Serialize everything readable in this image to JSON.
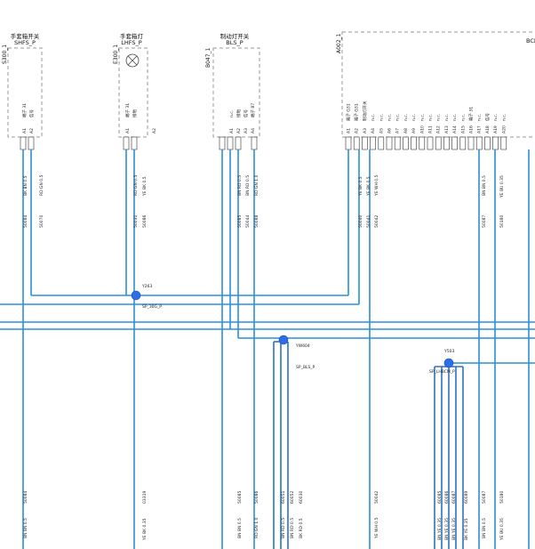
{
  "components": [
    {
      "id": "S300_1",
      "title_cn": "手套箱开关",
      "title": "SHFS_P",
      "pins": [
        "A1",
        "A2"
      ],
      "pin_desc": [
        "端子 31",
        "信号"
      ]
    },
    {
      "id": "E300_1",
      "title_cn": "手套箱灯",
      "title": "LHFS_P",
      "pins": [
        "A1",
        "A2"
      ],
      "pin_desc": [
        "端子 31",
        "接地"
      ]
    },
    {
      "id": "B047_1",
      "title_cn": "制动灯开关",
      "title": "BLS_P",
      "pins": [
        "A1",
        "A2",
        "A3",
        "A4"
      ],
      "pin_desc": [
        "n.c.",
        "接地",
        "信号",
        "端子 87"
      ]
    },
    {
      "id": "A002_1",
      "title_cn": "",
      "title": "BCM",
      "pins": [
        "A1",
        "A2",
        "A3",
        "A4",
        "A5",
        "A6",
        "A7",
        "A8",
        "A9",
        "A10",
        "A11",
        "A12",
        "A13",
        "A14",
        "A15",
        "A16",
        "A17",
        "A18",
        "A19",
        "A20"
      ],
      "pin_desc": [
        "端子 G31",
        "端子 G31",
        "制动灯开关",
        "n.c.",
        "n.c.",
        "n.c.",
        "n.c.",
        "n.c.",
        "n.c.",
        "n.c.",
        "n.c.",
        "n.c.",
        "n.c.",
        "n.c.",
        "n.c.",
        "端子 31",
        "n.c.",
        "信号",
        "n.c.",
        "n.c."
      ]
    }
  ],
  "wires_top": [
    {
      "code": "50084",
      "spec": "BK BN 0.5"
    },
    {
      "code": "50070",
      "spec": "RD GN 0.5"
    },
    {
      "code": "50031",
      "spec": "RD GN 0.5"
    },
    {
      "code": "50086",
      "spec": "YE BK 0.5"
    },
    {
      "code": "50085",
      "spec": "BN RD 0.5"
    },
    {
      "code": "50044",
      "spec": "BN RD 0.5"
    },
    {
      "code": "50088",
      "spec": "RD GN 1.0"
    },
    {
      "code": "50040",
      "spec": "YE BK 0.5"
    },
    {
      "code": "50041",
      "spec": "YE BK 0.5"
    },
    {
      "code": "50042",
      "spec": "YE WH 0.5"
    },
    {
      "code": "50087",
      "spec": "BN BN 0.5"
    },
    {
      "code": "50180",
      "spec": "YE BU 0.35"
    }
  ],
  "wires_bottom": [
    {
      "code": "50084",
      "spec": "BN BN 0.5"
    },
    {
      "code": "03319",
      "spec": "YE BK 0.35"
    },
    {
      "code": "50085",
      "spec": "BN BN 0.5"
    },
    {
      "code": "50086",
      "spec": "RD GN 1.0"
    },
    {
      "code": "60051",
      "spec": "BN RD 0.5"
    },
    {
      "code": "60052",
      "spec": "BN RD 0.5"
    },
    {
      "code": "60030",
      "spec": "BK RD 0.5"
    },
    {
      "code": "50042",
      "spec": "YE WH 0.5"
    },
    {
      "code": "60085",
      "spec": "BN YE 0.35"
    },
    {
      "code": "60086",
      "spec": "BN YE 0.35"
    },
    {
      "code": "60087",
      "spec": "BN YE 0.35"
    },
    {
      "code": "60089",
      "spec": "BK YE 0.35"
    },
    {
      "code": "50087",
      "spec": "BN BN 0.5"
    },
    {
      "code": "50180",
      "spec": "YE BU 0.35"
    }
  ],
  "junctions": [
    {
      "id": "Y263",
      "net": "SP_30G_P"
    },
    {
      "id": "YW604",
      "net": "SP_BLS_P"
    },
    {
      "id": "Y503",
      "net": "SP_LHBCM_P"
    }
  ]
}
